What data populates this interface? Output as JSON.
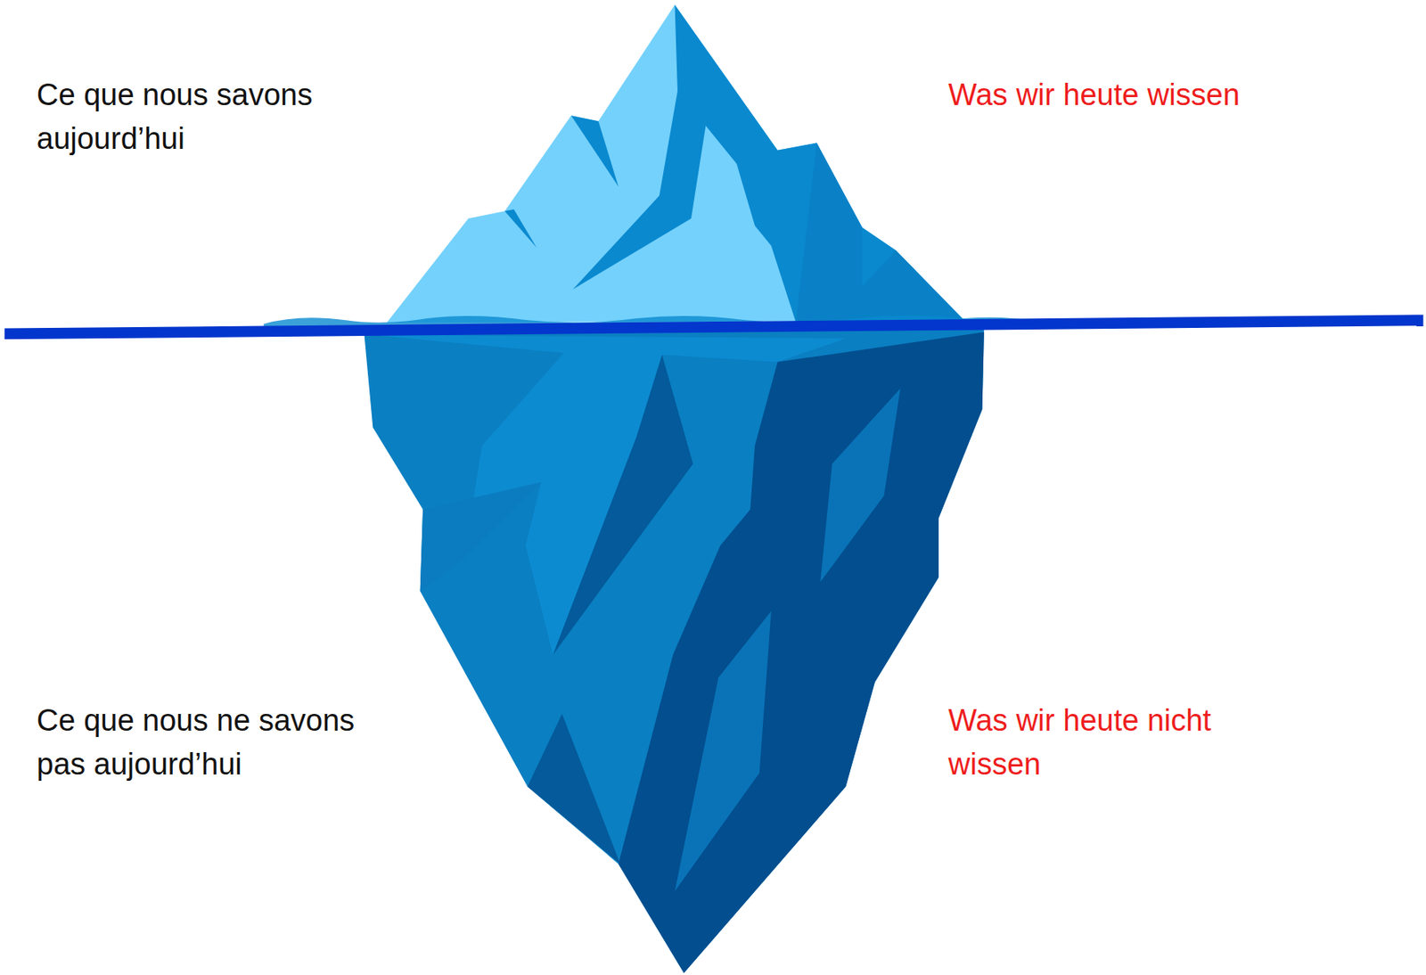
{
  "diagram": {
    "labels": [
      "Ce que nous savons aujourd’hui",
      "Was wir heute wissen",
      "Ce que nous ne savons pas aujourd’hui",
      "Was wir heute nicht wissen"
    ]
  }
}
